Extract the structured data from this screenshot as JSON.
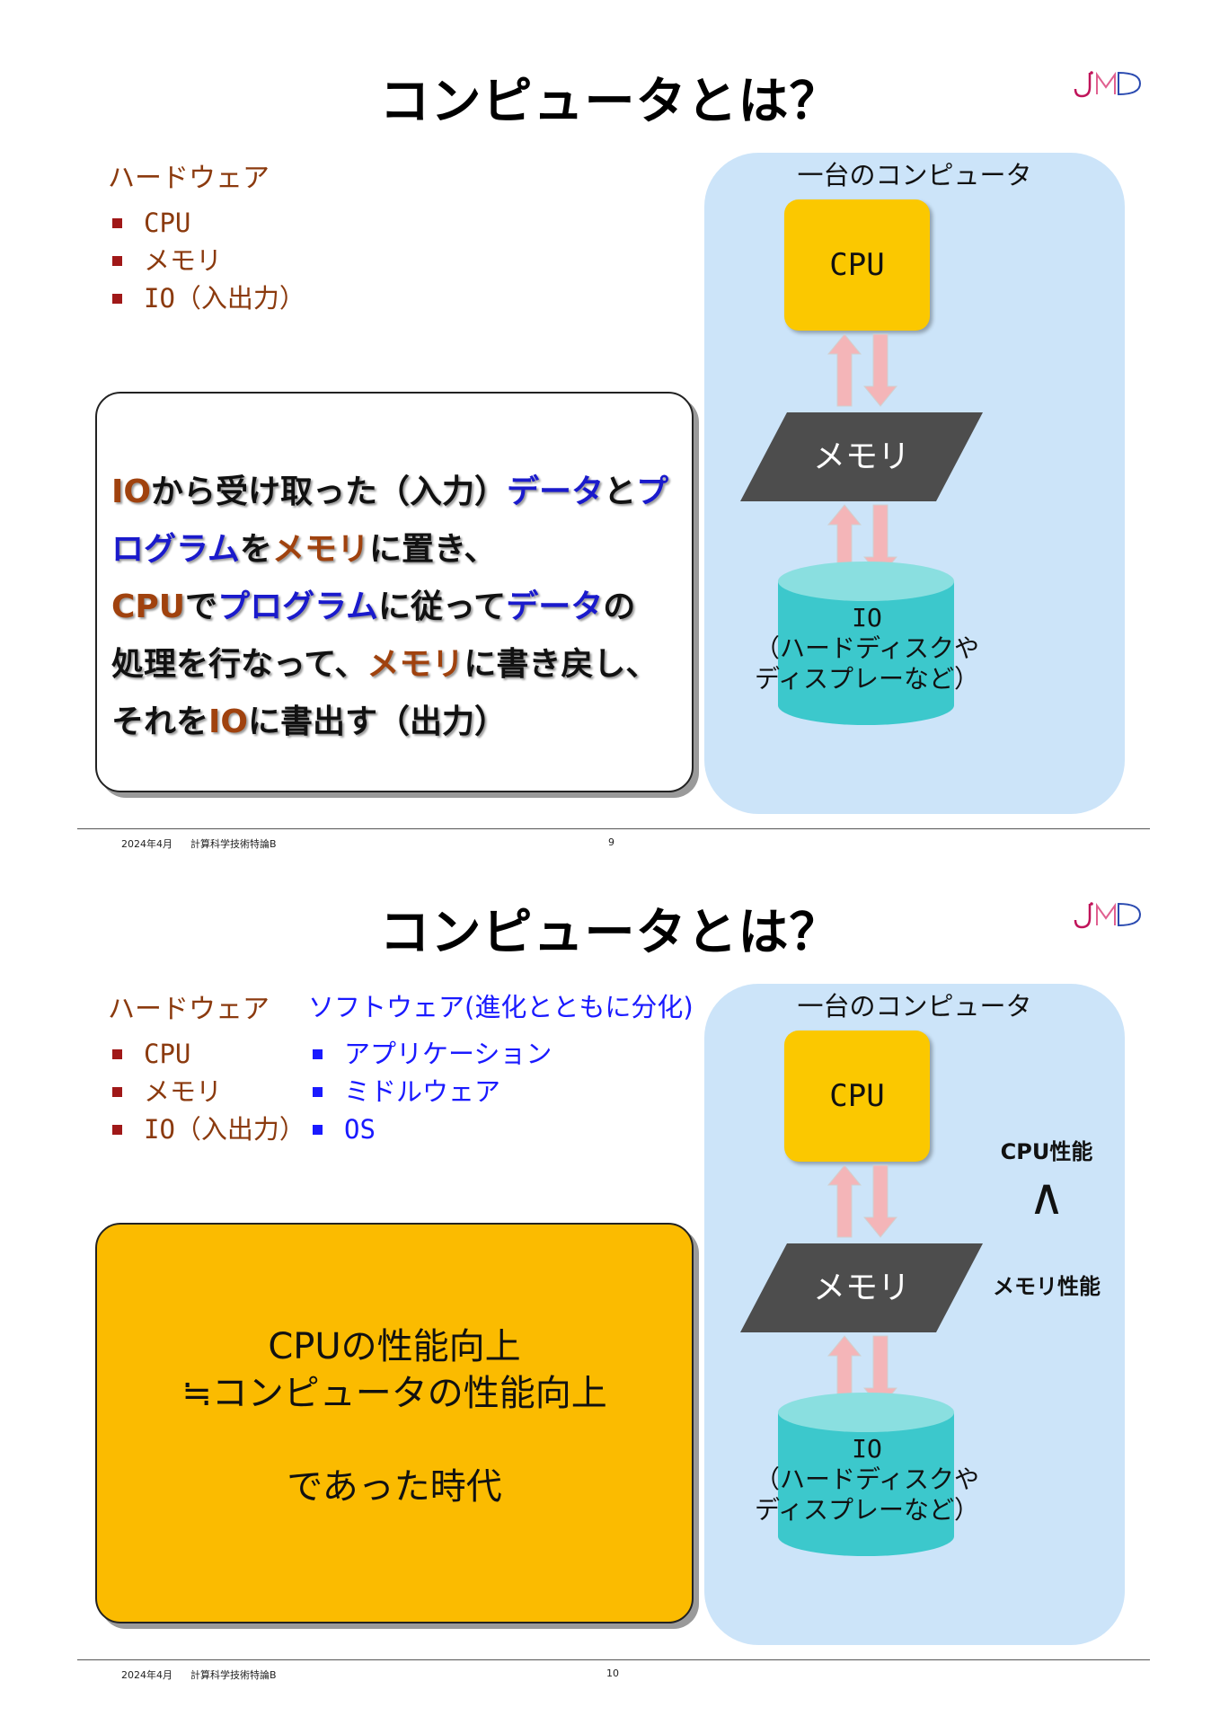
{
  "slide1": {
    "title": "コンピュータとは？",
    "hardware": {
      "heading": "ハードウェア",
      "items": [
        "CPU",
        "メモリ",
        "IO（入出力）"
      ]
    },
    "textbox": {
      "line1": [
        "IO",
        "から受け取った（入力）",
        "データ",
        "と",
        "プ"
      ],
      "line2": [
        "ログラム",
        "を",
        "メモリ",
        "に置き、"
      ],
      "line3": [
        "CPU",
        "で",
        "プログラム",
        "に従って",
        "データ",
        "の"
      ],
      "line4": [
        "処理を行なって、",
        "メモリ",
        "に書き戻し、"
      ],
      "line5": [
        "それを",
        "IO",
        "に書出す（出力）"
      ]
    },
    "diagram": {
      "panel_title": "一台のコンピュータ",
      "cpu": "CPU",
      "memory": "メモリ",
      "io": "IO",
      "io_note1": "（ハードディスクや",
      "io_note2": "ディスプレーなど）"
    },
    "footer": {
      "date": "2024年4月",
      "course": "計算科学技術特論B",
      "page": "9"
    }
  },
  "slide2": {
    "title": "コンピュータとは？",
    "hardware": {
      "heading": "ハードウェア",
      "items": [
        "CPU",
        "メモリ",
        "IO（入出力）"
      ]
    },
    "software": {
      "heading": "ソフトウェア(進化とともに分化)",
      "items": [
        "アプリケーション",
        "ミドルウェア",
        "OS"
      ]
    },
    "textbox": {
      "line1": "CPUの性能向上",
      "line2": "≒コンピュータの性能向上",
      "line3": "であった時代"
    },
    "diagram": {
      "panel_title": "一台のコンピュータ",
      "cpu": "CPU",
      "memory": "メモリ",
      "io": "IO",
      "io_note1": "（ハードディスクや",
      "io_note2": "ディスプレーなど）"
    },
    "comparison": {
      "top": "CPU性能",
      "symbol": "∧",
      "bottom": "メモリ性能"
    },
    "footer": {
      "date": "2024年4月",
      "course": "計算科学技術特論B",
      "page": "10"
    }
  },
  "colors": {
    "cpu": "#fbc800",
    "memory": "#4d4d4d",
    "io": "#3cc8cc",
    "panel": "#cce4f9",
    "arrow": "#f4b5b8",
    "hardware_text": "#8b3a0e",
    "software_text": "#1a1aff",
    "highlight_box": "#fbbb00"
  },
  "icons": [
    "logo-icon",
    "bullet-icon",
    "arrow-up-icon",
    "arrow-down-icon",
    "cylinder-icon"
  ]
}
